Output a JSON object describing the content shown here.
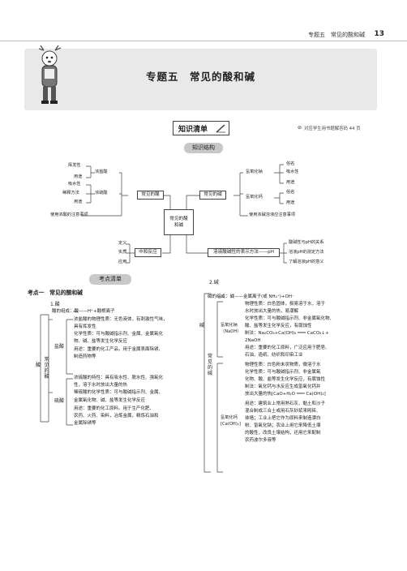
{
  "header": {
    "section": "专题五　常见的酸和碱",
    "page_number": "13"
  },
  "banner": {
    "title": "专题五　常见的酸和碱"
  },
  "knowledge": {
    "badge": "知识清单",
    "note": "对应学生用书题解答码 44 页",
    "structure_tab": "知识结构"
  },
  "map": {
    "center": "常见的酸\n和碱",
    "acid": "常见的酸",
    "base": "常见的碱",
    "neutral": "中和反应",
    "ph": "溶液酸碱性的表示方法——pH",
    "hcl": "浓盐酸",
    "h2so4": "浓硫酸",
    "acid_left": [
      "挥发性",
      "用途",
      "吸水性",
      "稀释方法",
      "用途",
      "使用浓酸的注意事项"
    ],
    "naoh": "氢氧化钠",
    "caoh": "氢氧化钙",
    "base_right": [
      "俗名",
      "吸水性",
      "用途",
      "俗名",
      "用途",
      "使用浓碱溶液应注意事项"
    ],
    "neutral_left": [
      "定义",
      "实质",
      "应用"
    ],
    "ph_right": [
      "酸碱性与pH的关系",
      "溶液pH的测定方法",
      "了解溶液pH的意义"
    ]
  },
  "points": {
    "tab": "考点清单",
    "title": "考点一　常见的酸和碱"
  },
  "left": {
    "sub": "1.酸",
    "side": {
      "acid": "酸",
      "hcl": "盐酸",
      "common": "常见的酸",
      "h2so4": "硫酸"
    },
    "lines": [
      "酸的组成：酸——H⁺+酸根离子",
      "浓盐酸的物理性质：无色液体，有刺激性气味，",
      "具有挥发性",
      "化学性质：可与酸碱指示剂、金属、金属氧化",
      "物、碱、盐等发生化学反应",
      "用途：重要的化工产品，用于金属表面除锈、",
      "制造药物等",
      "浓硫酸的特性：具有吸水性、脱水性、强氧化",
      "性，溶于水时放出大量的热",
      "稀硫酸的化学性质：可与酸碱指示剂、金属、",
      "金属氧化物、碱、盐等发生化学反应",
      "用途：重要的化工原料。用于生产化肥、",
      "农药、火药、染料，冶炼金属，精炼石油和",
      "金属除锈等"
    ]
  },
  "right": {
    "sub": "2.碱",
    "side": {
      "base": "碱",
      "common": "常见的碱",
      "naoh_name": "氢氧化钠",
      "naoh_formula": "（NaOH）",
      "caoh_name": "氢氧化钙",
      "caoh_formula": "[Ca(OH)₂]"
    },
    "lines": [
      "碱的组成：碱——金属离子(或 NH₄⁺)+OH⁻",
      "物理性质：白色固体，极易溶于水，溶于",
      "水时放出大量的热，易潮解",
      "化学性质：可与酸碱指示剂、非金属氧化物、",
      "酸、盐等发生化学反应，有腐蚀性",
      "制法：Na₂CO₃+Ca(OH)₂ ═══ CaCO₃↓+",
      "2NaOH",
      "用途：重要的化工原料，广泛应用于肥皂、",
      "石油、造纸、纺织和印染工业",
      "物理性质：白色粉末状物质，微溶于水",
      "化学性质：可与酸碱指示剂、非金属氧",
      "化物、酸、盐等发生化学反应，有腐蚀性",
      "制法：氧化钙与水反应生成氢氧化钙并",
      "放出大量的热[CaO+H₂O ═══ Ca(OH)₂]",
      "用途：建筑业上常用熟石灰、黏土和沙子",
      "混合制成三合土或用石灰砂浆来砌砖、",
      "抹墙；工业上把它作为原料来制造漂白",
      "粉、氢氧化钠；农业上用它来降低土壤",
      "的酸性，改良土壤结构，还用它来配制",
      "农药波尔多液等"
    ]
  }
}
